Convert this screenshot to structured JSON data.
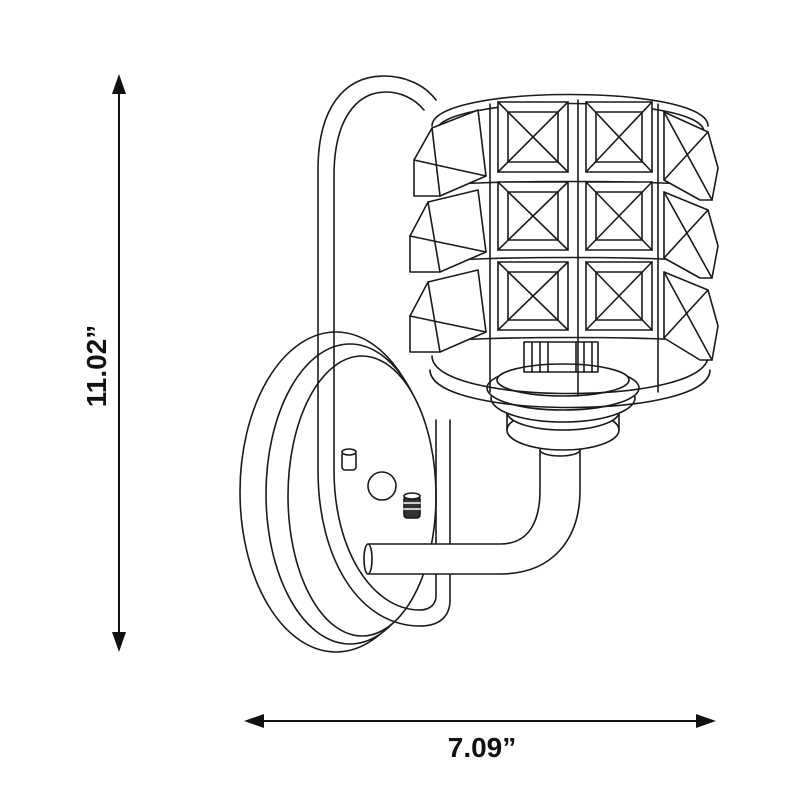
{
  "dimensions": {
    "height_label": "11.02”",
    "width_label": "7.09”"
  },
  "colors": {
    "line": "#1a1a1a",
    "fill": "#ffffff",
    "background": "#ffffff"
  },
  "illustration": {
    "crystal_rows": 3,
    "crystal_columns_visible": 4
  }
}
